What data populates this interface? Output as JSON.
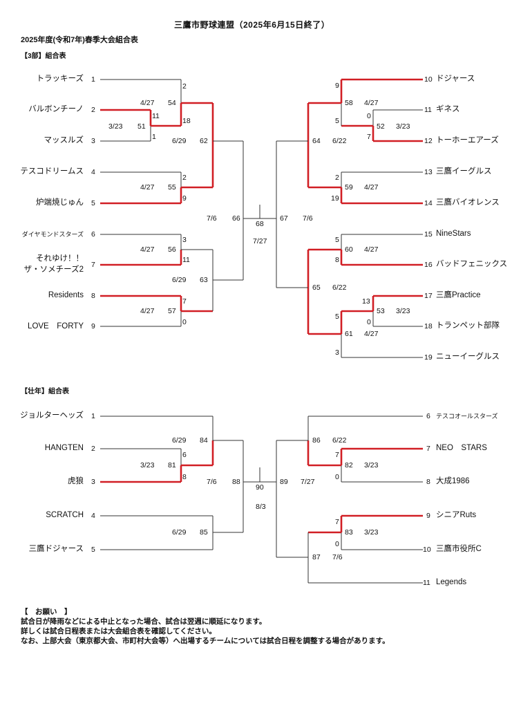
{
  "header": {
    "title": "三鷹市野球連盟（2025年6月15日終了）",
    "subtitle": "2025年度(令和7年)春季大会組合表"
  },
  "div3": {
    "heading": "【3部】組合表",
    "left_teams": [
      {
        "name": "トラッキーズ",
        "seed": "1"
      },
      {
        "name": "バルボンチーノ",
        "seed": "2"
      },
      {
        "name": "マッスルズ",
        "seed": "3"
      },
      {
        "name": "テスコドリームス",
        "seed": "4"
      },
      {
        "name": "炉端焼じゅん",
        "seed": "5"
      },
      {
        "name": "ダイヤモンドスターズ",
        "seed": "6"
      },
      {
        "name": "それゆけ！！",
        "name2": "ザ・ソメチーズ2",
        "seed": "7"
      },
      {
        "name": "Residents",
        "seed": "8"
      },
      {
        "name": "LOVE　FORTY",
        "seed": "9"
      }
    ],
    "right_teams": [
      {
        "seed": "10",
        "name": "ドジャース"
      },
      {
        "seed": "11",
        "name": "ギネス"
      },
      {
        "seed": "12",
        "name": "トーホーエアーズ"
      },
      {
        "seed": "13",
        "name": "三鷹イーグルス"
      },
      {
        "seed": "14",
        "name": "三鷹バイオレンス"
      },
      {
        "seed": "15",
        "name": "NineStars"
      },
      {
        "seed": "16",
        "name": "バッドフェニックス"
      },
      {
        "seed": "17",
        "name": "三鷹Practice"
      },
      {
        "seed": "18",
        "name": "トランペット部隊"
      },
      {
        "seed": "19",
        "name": "ニューイーグルス"
      }
    ],
    "games": {
      "g51": {
        "no": "51",
        "date": "3/23",
        "score_top": "11",
        "score_bottom": "1"
      },
      "g54": {
        "no": "54",
        "date": "4/27",
        "score_top": "2",
        "score_bottom": "18"
      },
      "g55": {
        "no": "55",
        "date": "4/27",
        "score_top": "2",
        "score_bottom": "9"
      },
      "g62": {
        "no": "62",
        "date": "6/29"
      },
      "g56": {
        "no": "56",
        "date": "4/27",
        "score_top": "3",
        "score_bottom": "11"
      },
      "g57": {
        "no": "57",
        "date": "4/27",
        "score_top": "7",
        "score_bottom": "0"
      },
      "g63": {
        "no": "63",
        "date": "6/29"
      },
      "g66": {
        "no": "66",
        "date": "7/6"
      },
      "g68": {
        "no": "68",
        "date": "7/27"
      },
      "g67": {
        "no": "67",
        "date": "7/6"
      },
      "g52": {
        "no": "52",
        "date": "3/23",
        "score_top": "0",
        "score_bottom": "7"
      },
      "g58": {
        "no": "58",
        "date": "4/27",
        "score_top": "9",
        "score_bottom": "5"
      },
      "g64": {
        "no": "64",
        "date": "6/22"
      },
      "g59": {
        "no": "59",
        "date": "4/27",
        "score_top": "2",
        "score_bottom": "19"
      },
      "g60": {
        "no": "60",
        "date": "4/27",
        "score_top": "5",
        "score_bottom": "8"
      },
      "g53": {
        "no": "53",
        "date": "3/23",
        "score_top": "13",
        "score_bottom": "0"
      },
      "g61": {
        "no": "61",
        "date": "4/27",
        "score_top": "5",
        "score_bottom": "3"
      },
      "g65": {
        "no": "65",
        "date": "6/22"
      }
    }
  },
  "senior": {
    "heading": "【壮年】組合表",
    "left_teams": [
      {
        "name": "ジョルターヘッズ",
        "seed": "1"
      },
      {
        "name": "HANGTEN",
        "seed": "2"
      },
      {
        "name": "虎狼",
        "seed": "3"
      },
      {
        "name": "SCRATCH",
        "seed": "4"
      },
      {
        "name": "三鷹ドジャース",
        "seed": "5"
      }
    ],
    "right_teams": [
      {
        "seed": "6",
        "name": "テスコオールスターズ"
      },
      {
        "seed": "7",
        "name": "NEO　STARS"
      },
      {
        "seed": "8",
        "name": "大成1986"
      },
      {
        "seed": "9",
        "name": "シニアRuts"
      },
      {
        "seed": "10",
        "name": "三鷹市役所C"
      },
      {
        "seed": "11",
        "name": "Legends"
      }
    ],
    "games": {
      "g81": {
        "no": "81",
        "date": "3/23",
        "score_top": "6",
        "score_bottom": "8"
      },
      "g84": {
        "no": "84",
        "date": "6/29"
      },
      "g85": {
        "no": "85",
        "date": "6/29"
      },
      "g88": {
        "no": "88",
        "date": "7/6"
      },
      "g90": {
        "no": "90",
        "date": "8/3"
      },
      "g89": {
        "no": "89",
        "date": "7/27"
      },
      "g86": {
        "no": "86",
        "date": "6/22"
      },
      "g82": {
        "no": "82",
        "date": "3/23",
        "score_top": "7",
        "score_bottom": "0"
      },
      "g83": {
        "no": "83",
        "date": "3/23",
        "score_top": "7",
        "score_bottom": "0"
      },
      "g87": {
        "no": "87",
        "date": "7/6"
      }
    }
  },
  "notes": {
    "heading": "【　お願い　】",
    "lines": [
      "試合日が降雨などによる中止となった場合、試合は翌週に順延になります。",
      "詳しくは試合日程表または大会組合表を確認してください。",
      "なお、上部大会（東京都大会、市町村大会等）へ出場するチームについては試合日程を調整する場合があります。"
    ]
  },
  "colors": {
    "winner_line": "#d11e24",
    "line": "#333333"
  }
}
